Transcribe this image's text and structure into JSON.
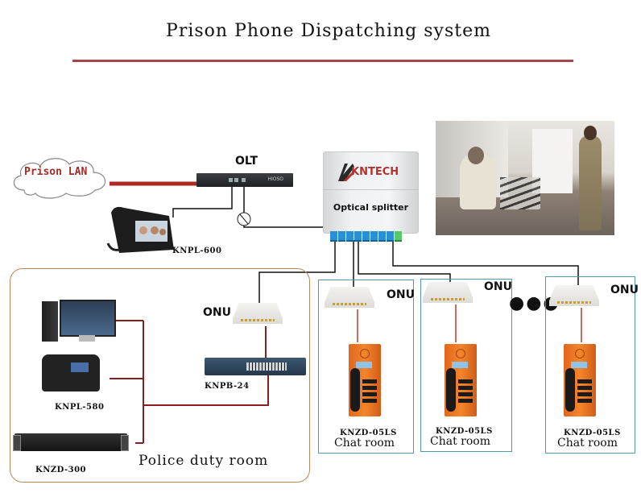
{
  "title": "Prison Phone Dispatching system",
  "colors": {
    "title_rule": "#a4464a",
    "lan_link": "#b02a24",
    "ethernet_link": "#8c1d1d",
    "fiber_link": "#111111",
    "police_room_border": "#b8875a",
    "chat_room_border": "#4e9bab",
    "brand_red": "#b8302c",
    "phone_orange": "#f5852b"
  },
  "network": {
    "cloud_label": "Prison LAN",
    "olt_label": "OLT",
    "olt_brand": "HIOSO",
    "video_phone_label": "KNPL-600",
    "splitter": {
      "brand": "KNTECH",
      "label": "Optical splitter",
      "port_count": 9
    },
    "photo_alt": "Prison visitation booth photo"
  },
  "police_room": {
    "label": "Police duty room",
    "onu_label": "ONU",
    "switch_label": "KNPB-24",
    "ip_phone_label": "KNPL-580",
    "server_label": "KNZD-300"
  },
  "chat_rooms": [
    {
      "onu_label": "ONU",
      "phone_model": "KNZD-05LS",
      "room_label": "Chat room"
    },
    {
      "onu_label": "ONU",
      "phone_model": "KNZD-05LS",
      "room_label": "Chat room"
    },
    {
      "onu_label": "ONU",
      "phone_model": "KNZD-05LS",
      "room_label": "Chat room"
    }
  ],
  "ellipsis": "●●●"
}
